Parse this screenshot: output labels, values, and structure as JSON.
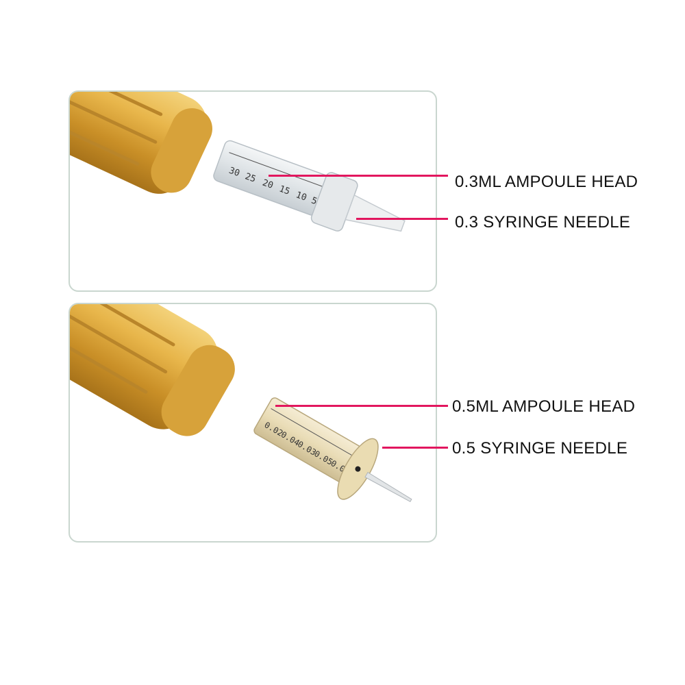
{
  "callouts": {
    "ampoule_head_03": "0.3ML AMPOULE HEAD",
    "syringe_needle_03": "0.3 SYRINGE NEEDLE",
    "ampoule_head_05": "0.5ML AMPOULE HEAD",
    "syringe_needle_05": "0.5 SYRINGE NEEDLE"
  },
  "scale_03": [
    "30",
    "25",
    "20",
    "15",
    "10",
    "5"
  ],
  "scale_05": [
    "0.02",
    "0.04",
    "0.03",
    "0.05",
    "0.01"
  ],
  "colors": {
    "leader": "#e2165e",
    "gold": "#d9a63a",
    "panel_border": "#c9d6cf"
  }
}
